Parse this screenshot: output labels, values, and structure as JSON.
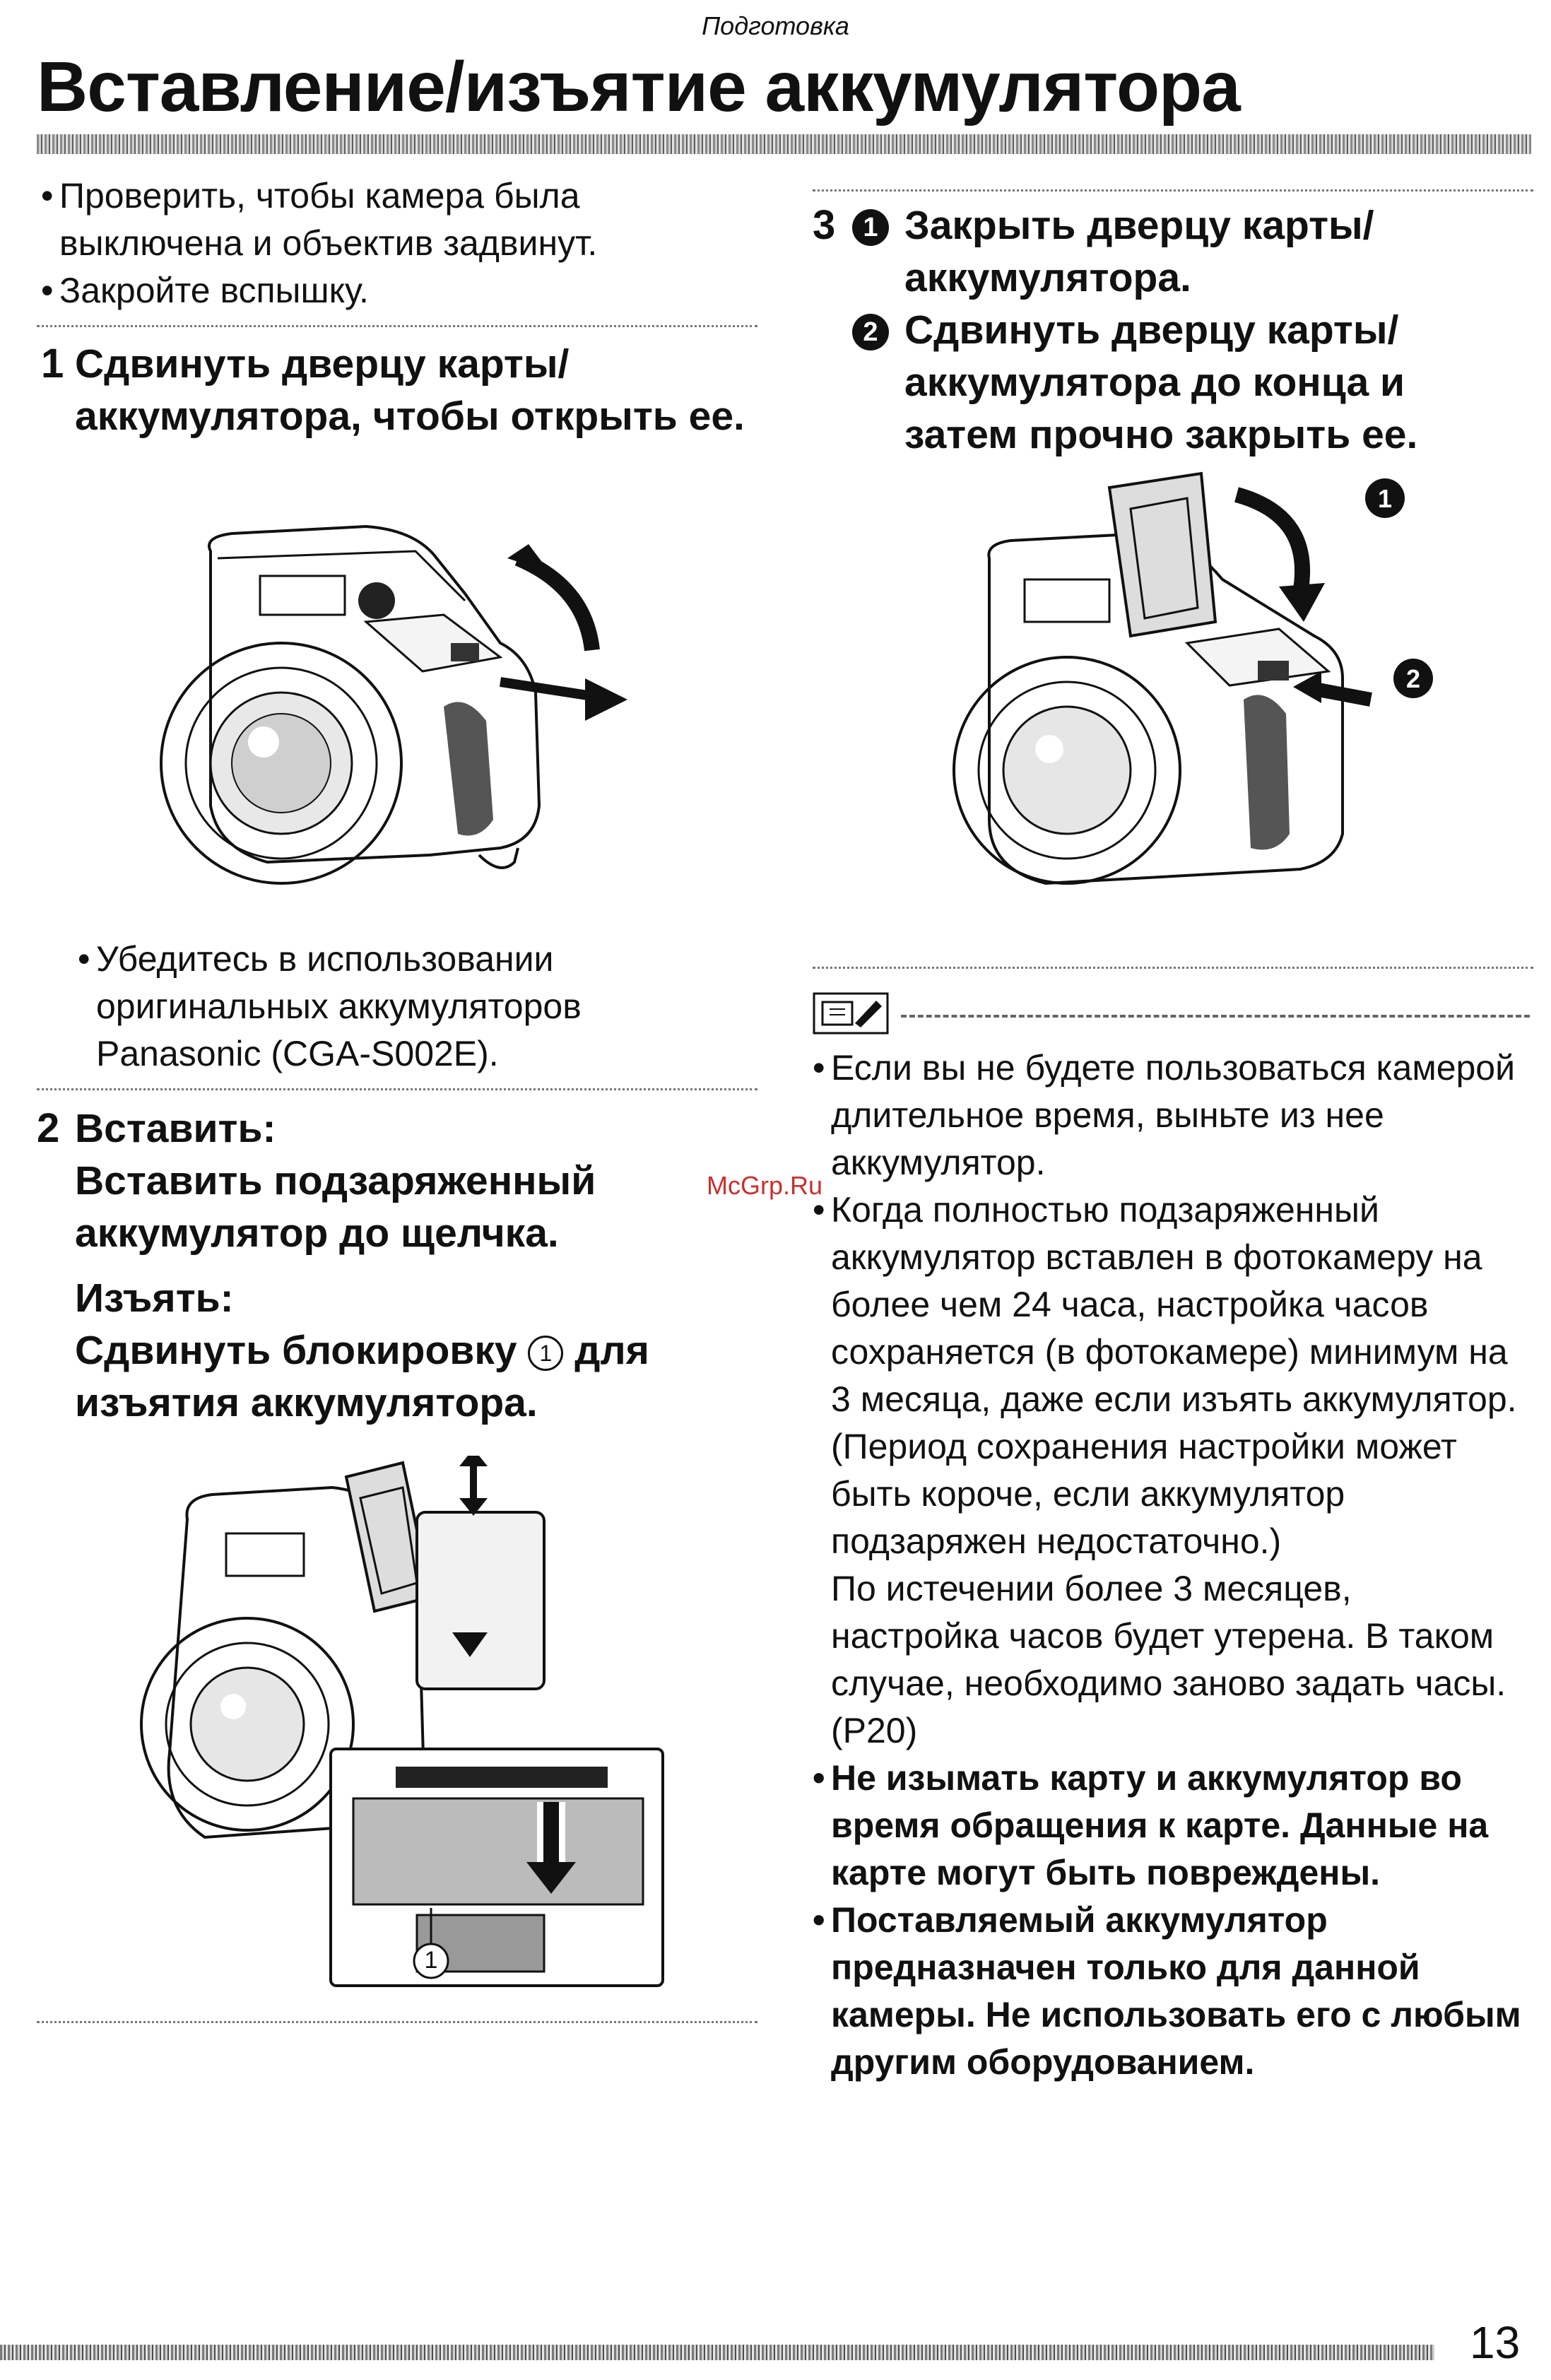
{
  "header": {
    "section": "Подготовка",
    "title": "Вставление/изъятие аккумулятора"
  },
  "intro_bullets": [
    "Проверить, чтобы камера была выключена и объектив задвинут.",
    "Закройте вспышку."
  ],
  "step1": {
    "number": "1",
    "text": "Сдвинуть дверцу карты/ аккумулятора, чтобы открыть ее.",
    "note": "Убедитесь в использовании оригинальных аккумуляторов Panasonic (CGA-S002E)."
  },
  "step2": {
    "number": "2",
    "insert_heading": "Вставить:",
    "insert_text": "Вставить подзаряженный аккумулятор до щелчка.",
    "remove_heading": "Изъять:",
    "remove_text_before": "Сдвинуть блокировку",
    "remove_marker": "1",
    "remove_text_after": "для изъятия аккумулятора.",
    "callout_label": "1"
  },
  "step3": {
    "number": "3",
    "sub1_marker": "1",
    "sub1_text": "Закрыть дверцу карты/ аккумулятора.",
    "sub2_marker": "2",
    "sub2_text": "Сдвинуть дверцу карты/ аккумулятора до конца и затем прочно закрыть ее.",
    "figure_marker1": "1",
    "figure_marker2": "2"
  },
  "notes": {
    "icon": "notes-icon",
    "items": [
      {
        "text": "Если вы не будете пользоваться камерой длительное время, выньте из нее аккумулятор.",
        "bold": false
      },
      {
        "text": "Когда полностью подзаряженный аккумулятор вставлен в фотокамеру на более чем 24 часа, настройка часов сохраняется (в фотокамере) минимум на 3 месяца, даже если изъять аккумулятор. (Период сохранения настройки может быть короче, если аккумулятор подзаряжен недостаточно.)",
        "bold": false
      },
      {
        "text": "По истечении более 3 месяцев, настройка часов будет утерена. В таком случае, необходимо заново задать часы. (P20)",
        "bold": false,
        "continuation": true
      },
      {
        "text": "Не изымать карту и аккумулятор во время обращения к карте. Данные на карте могут быть повреждены.",
        "bold": true
      },
      {
        "text": "Поставляемый аккумулятор предназначен только для данной камеры. Не использовать его с любым другим оборудованием.",
        "bold": true
      }
    ]
  },
  "watermark": "McGrp.Ru",
  "page_number": "13"
}
